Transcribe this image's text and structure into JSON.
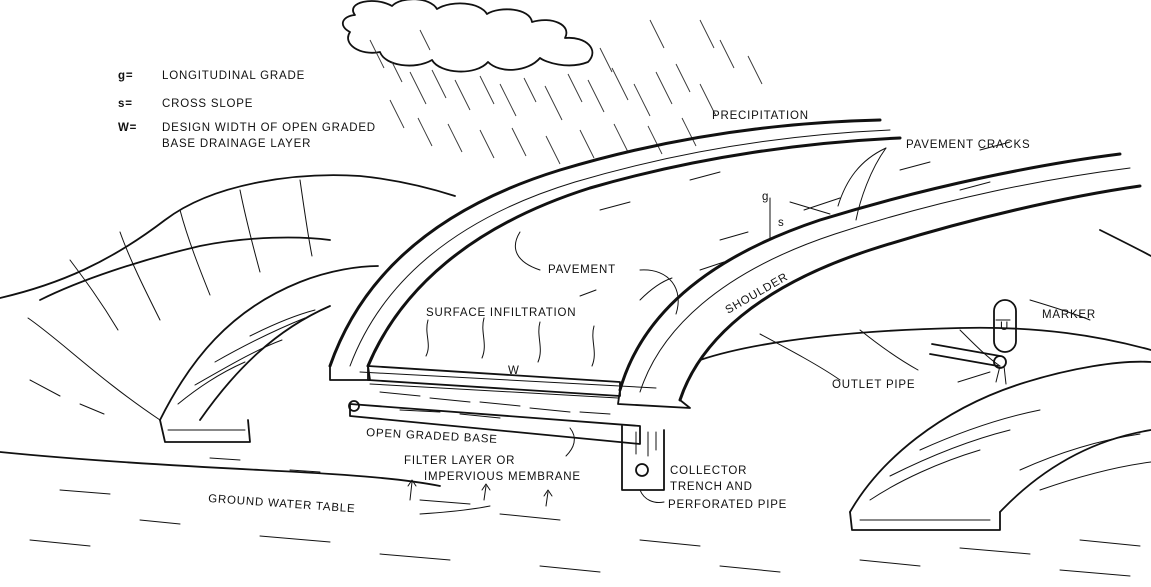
{
  "legend": [
    {
      "symbol": "g=",
      "text": "LONGITUDINAL GRADE"
    },
    {
      "symbol": "s=",
      "text": "CROSS SLOPE"
    },
    {
      "symbol": "W=",
      "text": "DESIGN WIDTH OF OPEN GRADED",
      "text2": "BASE DRAINAGE LAYER"
    }
  ],
  "labels": {
    "precipitation": "PRECIPITATION",
    "pavement_cracks": "PAVEMENT CRACKS",
    "pavement": "PAVEMENT",
    "shoulder": "SHOULDER",
    "surface_infiltration": "SURFACE INFILTRATION",
    "marker": "MARKER",
    "outlet_pipe": "OUTLET PIPE",
    "width_symbol": "W",
    "grade_symbol": "g",
    "slope_symbol": "s",
    "open_graded_base": "OPEN GRADED BASE",
    "filter_layer_1": "FILTER LAYER OR",
    "filter_layer_2": "IMPERVIOUS MEMBRANE",
    "collector_1": "COLLECTOR",
    "collector_2": "TRENCH AND",
    "collector_3": "PERFORATED PIPE",
    "ground_water_table": "GROUND WATER TABLE",
    "marker_glyph": "U"
  }
}
